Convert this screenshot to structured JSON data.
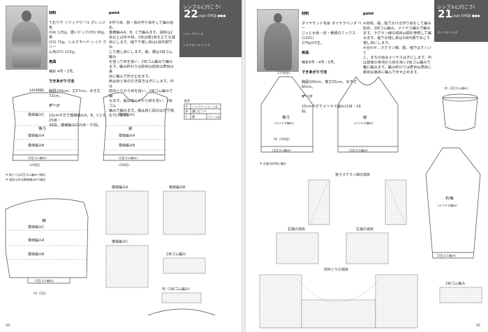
{
  "left": {
    "materials": {
      "heading": "材料",
      "body": "ておりや ソフィアウール オレンジ色\n(04) 125g、濃いピンク(05) 90g、黄\n(03) 70g、シルクモヘヤ レイク クリー\nム色(07) 115g。"
    },
    "tools": {
      "heading": "用具",
      "body": "棒針 4号・2号。"
    },
    "size": {
      "heading": "できあがり寸法",
      "body": "胸囲100cm、丈57cm、ゆき丈72cm。"
    },
    "gauge": {
      "heading": "ゲージ",
      "body": "10cm平方で模様編みA、B、Cとも25目・\n36段、模様編みC25目・37段。"
    },
    "point": {
      "heading": "point",
      "body": "※作り目、前・後の作り目をして編み始め、\n模様編みA、B、Cで編みます。減目は2\n目以上は伏せ目、1目は端1目を立てる減\n目にします。袖下で増し目は1目内側でね\nじり増し目にします。袖、裾は2目ゴム編み\nを拾って目を拾い、2目ゴム編みで編み\nます。編み終わりは前目は前目は表目は裏\n目に編んで伏せ止めます。\n肩は目と目の引き抜きはぎにします。衿は\n前衿ぐりから目を拾い、2目ゴム編みで編\nみます。袖は袖ぐりから目を拾い、2目ゴム\n編みで編みます。袖は目と段のはぎで袖\nを付けます。"
    },
    "tag": {
      "line1": "シンプルに行こう!",
      "number": "22",
      "line2": "page の作品 ●●●",
      "line3": "ソフィアウール",
      "line4": "シルクモヘヤ レイク"
    },
    "color_table": {
      "title": "配色",
      "rows": [
        [
          "A",
          "ソフィアウール オレンジ色"
        ],
        [
          "B",
          "濃いピンク"
        ],
        [
          "C",
          "黄",
          "クリーム色"
        ]
      ]
    },
    "diagrams": {
      "back_label": "後ろ",
      "front_label": "前",
      "sleeve_label": "袖",
      "pattern_a": "模様編みA",
      "pattern_b": "模様編みB",
      "pattern_c": "模様編みC",
      "pattern_ab": "模様編みA・B",
      "rib": "(2目ゴム編み)",
      "rib_chart": "2目ゴム編み",
      "collar": "衿（2目ゴム編み）",
      "width_top": "14(48目)",
      "width_bottom": "(108目)",
      "bottom_width": "54（2目）",
      "note1": "※ 袖ぐりは2目ゴム編みで編む",
      "note2": "※ 指定以外は模様編みAで編む"
    },
    "page_number": "94"
  },
  "right": {
    "materials": {
      "heading": "材料",
      "body": "ダイヤモンド毛糸 ダイヤラベンダ ベー\nジュと水色・赤・黄緑のミックス(1501)\n275g/10玉。"
    },
    "tools": {
      "heading": "用具",
      "body": "棒針6号・4号・5号。"
    },
    "size": {
      "heading": "できあがり寸法",
      "body": "胸囲100cm、着丈55cm、ゆき丈60cm。"
    },
    "gauge": {
      "heading": "ゲージ",
      "body": "10cm平方でメリヤス編み21目・28段。"
    },
    "point": {
      "heading": "point",
      "body": "※身頃、袖…指でかける作り目をして編み\n始め、2目ゴム編み、メリヤス編みで編み\nます。ラグラン線の減目は図を参照して編\nみます。袖下の増し目は1目内側でねじり\n増し目にします。\n※合わせ…ラグラン線、脇、袖下はすくいと\nじ、まちの目はメリヤスはぎにします。衿\nは前後の身頃から目を拾い2目ゴム編みで\n輪に編みます。編み終わりは表目は表目に\n裏目は裏目に編んで伏せ止めます。"
    },
    "tag": {
      "line1": "シンプルに行こう!",
      "number": "21",
      "line2": "page の作品 ●●●",
      "line3": "ダイヤラベンダ"
    },
    "diagrams": {
      "back_label": "後ろ",
      "back_sub": "（メリヤス編み）",
      "front_label": "前",
      "front_sub": "（メリヤス編み）",
      "sleeve_label": "右袖",
      "sleeve_sub": "（メリヤス編み）",
      "collar": "衿（2目ゴム編み）",
      "rib": "(2目ゴム編み)",
      "rib_chart": "2目ゴム編み",
      "raglan_back": "後ろラグラン線の減目",
      "raglan_sleeve_r": "右袖の減目",
      "raglan_sleeve_l": "左袖の減目",
      "neck_decrease": "前衿ぐりの減目",
      "width_top": "17(36目)",
      "width_bottom": "50（106目）",
      "note": "※ 左袖は対称に編む"
    },
    "page_number": "95"
  }
}
